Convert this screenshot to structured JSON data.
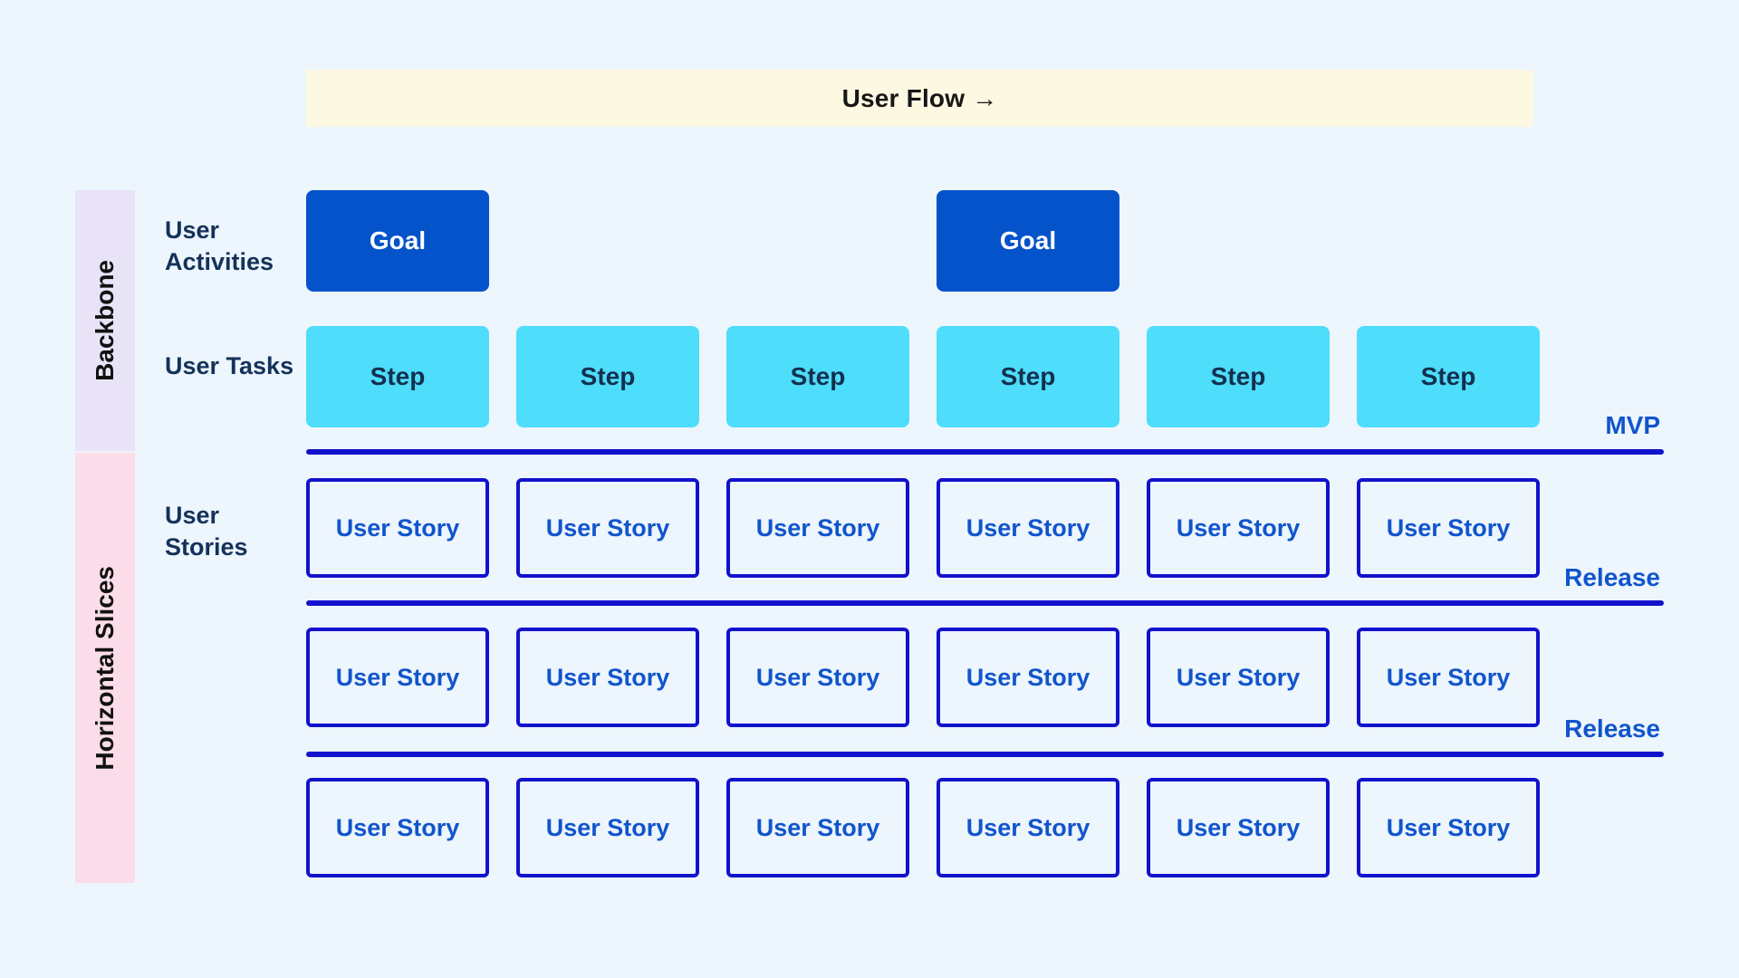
{
  "header": {
    "label": "User Flow →"
  },
  "sidebar": {
    "backbone_label": "Backbone",
    "slices_label": "Horizontal Slices"
  },
  "row_labels": {
    "activities": "User Activities",
    "tasks": "User Tasks",
    "stories": "User Stories"
  },
  "board": {
    "goal_label": "Goal",
    "goal_columns": [
      1,
      4
    ],
    "step_label": "Step",
    "step_count": 6,
    "story_label": "User Story",
    "story_rows": 3,
    "story_columns": 6
  },
  "dividers": [
    {
      "label": "MVP"
    },
    {
      "label": "Release"
    },
    {
      "label": "Release"
    }
  ],
  "colors": {
    "background": "#EDF5FD",
    "banner_bg": "#FDF8E2",
    "backbone_bg": "#E9E3F8",
    "slices_bg": "#FBDDEA",
    "goal_bg": "#0553CB",
    "goal_text": "#FFFFFF",
    "step_bg": "#4EDDFA",
    "navy_text": "#14325A",
    "divider_line": "#1212CC",
    "story_text": "#1155CC"
  }
}
